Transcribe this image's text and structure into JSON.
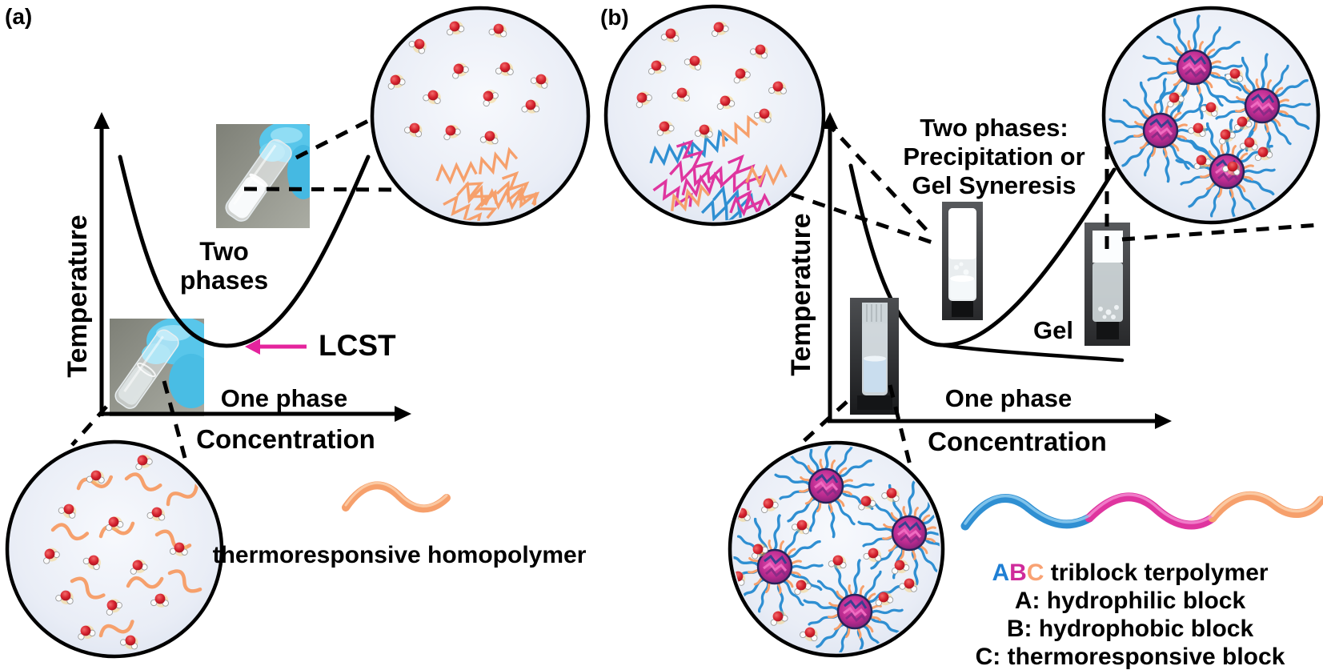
{
  "panel_a": {
    "label": "(a)",
    "y_axis": "Temperature",
    "x_axis": "Concentration",
    "two_phases": [
      "Two",
      "phases"
    ],
    "lcst": "LCST",
    "one_phase": "One phase",
    "caption": "thermoresponsive homopolymer"
  },
  "panel_b": {
    "label": "(b)",
    "y_axis": "Temperature",
    "x_axis": "Concentration",
    "two_phases": [
      "Two phases:",
      "Precipitation or",
      "Gel Syneresis"
    ],
    "gel": "Gel",
    "one_phase": "One phase",
    "legend": {
      "abc": {
        "a": "A",
        "b": "B",
        "c": "C",
        "rest": " triblock terpolymer"
      },
      "a_line": "A: hydrophilic block",
      "b_line": "B: hydrophobic block",
      "c_line": "C: thermoresponsive block"
    }
  },
  "colors": {
    "hydrophilic_blue": "#1f7fd4",
    "hydrophobic_magenta": "#cf2b9b",
    "thermoresponsive_orange": "#f9a273",
    "lcst_arrow": "#e5239d"
  }
}
